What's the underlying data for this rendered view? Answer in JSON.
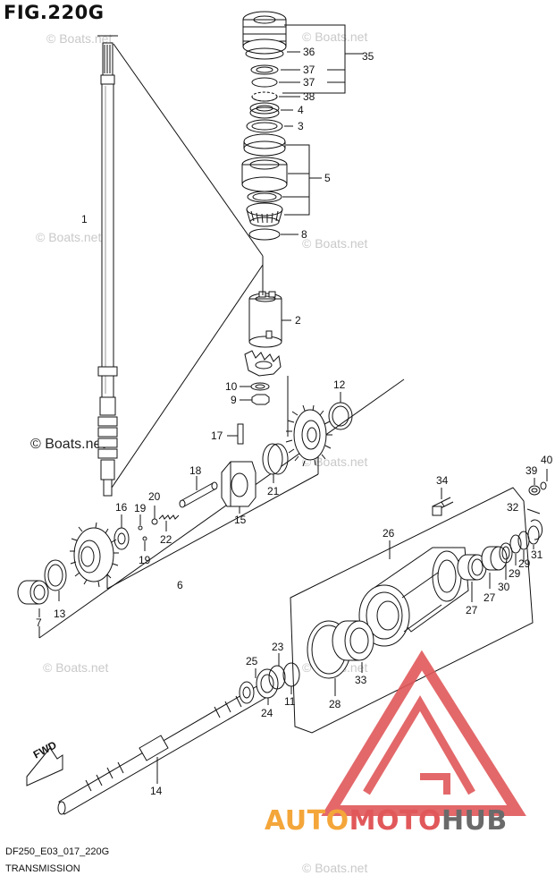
{
  "figure": {
    "title": "FIG.220G"
  },
  "footer": {
    "code": "DF250_E03_017_220G",
    "name": "TRANSMISSION"
  },
  "watermark": {
    "faint": "© Boats.net",
    "strong": "© Boats.net"
  },
  "brand": {
    "part1": "AUTO",
    "part2": "MOTO",
    "part3": "HUB",
    "colors": {
      "orange": "#f4a63a",
      "red": "#e1585a",
      "gray": "#6a6a6a"
    }
  },
  "callouts": {
    "c1": "1",
    "c2": "2",
    "c3": "3",
    "c4": "4",
    "c5": "5",
    "c6": "6",
    "c7": "7",
    "c8": "8",
    "c9": "9",
    "c10": "10",
    "c11": "11",
    "c12": "12",
    "c13": "13",
    "c14": "14",
    "c15": "15",
    "c16": "16",
    "c17": "17",
    "c18": "18",
    "c19a": "19",
    "c19b": "19",
    "c20": "20",
    "c21": "21",
    "c22": "22",
    "c23": "23",
    "c24": "24",
    "c25": "25",
    "c26": "26",
    "c27a": "27",
    "c27b": "27",
    "c28": "28",
    "c29a": "29",
    "c29b": "29",
    "c30": "30",
    "c31": "31",
    "c32": "32",
    "c33": "33",
    "c34": "34",
    "c35": "35",
    "c36": "36",
    "c37a": "37",
    "c37b": "37",
    "c38": "38",
    "c39": "39",
    "c40": "40"
  },
  "fwd_label": "FWD"
}
